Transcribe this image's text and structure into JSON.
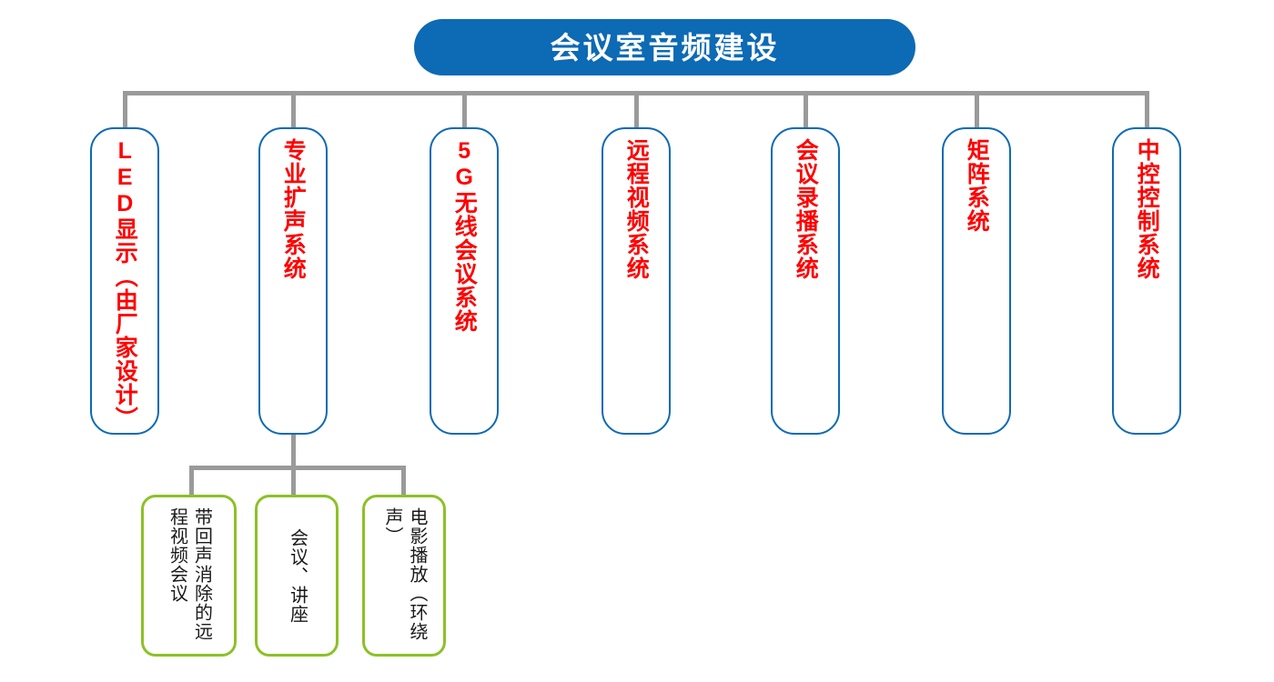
{
  "diagram": {
    "title": {
      "label": "会议室音频建设",
      "fill_color": "#0d6ab4",
      "text_color": "#ffffff"
    },
    "colors": {
      "primary_blue": "#0d6ab4",
      "node_text_red": "#ff0000",
      "sub_node_green": "#8cc127",
      "connector_gray": "#9a9a9a",
      "background": "#ffffff"
    },
    "nodes": [
      {
        "id": "led-display",
        "label": "LED显示（由厂家设计）"
      },
      {
        "id": "pa-system",
        "label": "专业扩声系统"
      },
      {
        "id": "5g-wireless",
        "label": "5G无线会议系统"
      },
      {
        "id": "remote-video",
        "label": "远程视频系统"
      },
      {
        "id": "recording",
        "label": "会议录播系统"
      },
      {
        "id": "matrix",
        "label": "矩阵系统"
      },
      {
        "id": "central-control",
        "label": "中控控制系统"
      }
    ],
    "sub_nodes": [
      {
        "id": "aec-remote-video",
        "label": "带回声消除的远程视频会议",
        "parent": "pa-system"
      },
      {
        "id": "meeting-lecture",
        "label": "会议、讲座",
        "parent": "pa-system"
      },
      {
        "id": "movie-playback",
        "label": "电影播放（环绕声）",
        "parent": "pa-system"
      }
    ]
  }
}
